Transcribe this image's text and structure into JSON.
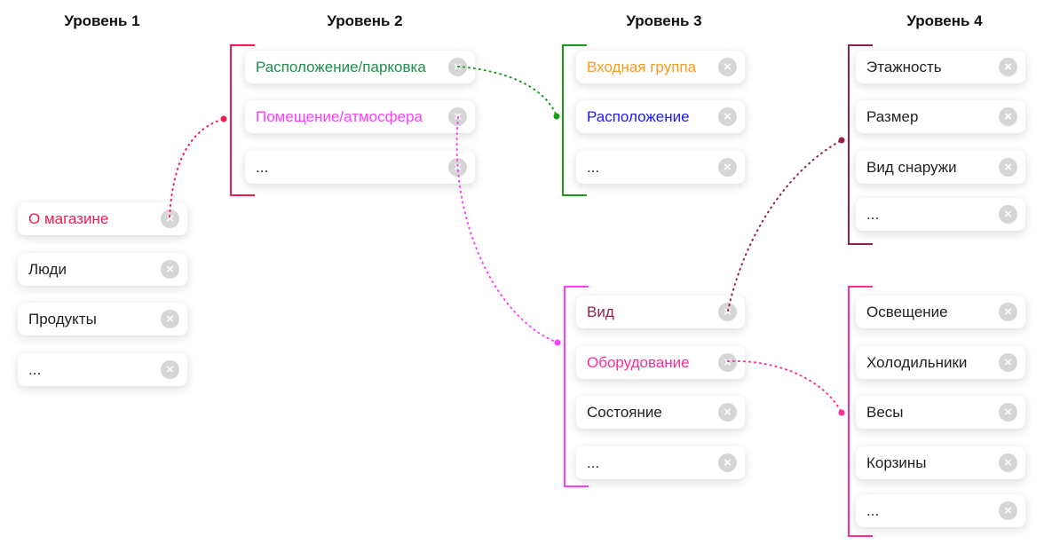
{
  "headers": [
    "Уровень 1",
    "Уровень 2",
    "Уровень 3",
    "Уровень 4"
  ],
  "colors": {
    "red": "#f5194f",
    "green": "#1a9a1a",
    "magenta": "#ff3dff",
    "darkred": "#961f4c",
    "pink": "#ff2d95"
  },
  "groups": [
    {
      "id": "level1",
      "items": [
        {
          "label": "О магазине",
          "color": "#f5194f"
        },
        {
          "label": "Люди"
        },
        {
          "label": "Продукты"
        },
        {
          "label": "..."
        }
      ]
    },
    {
      "id": "level2",
      "items": [
        {
          "label": "Расположение/парковка",
          "color": "#1f8f4a"
        },
        {
          "label": "Помещение/атмосфера",
          "color": "#ff3dff"
        },
        {
          "label": "..."
        }
      ]
    },
    {
      "id": "level3-a",
      "items": [
        {
          "label": "Входная группа",
          "color": "#ff9a1a"
        },
        {
          "label": "Расположение",
          "color": "#1a1aff"
        },
        {
          "label": "..."
        }
      ]
    },
    {
      "id": "level3-b",
      "items": [
        {
          "label": "Вид",
          "color": "#961f4c"
        },
        {
          "label": "Оборудование",
          "color": "#ff2d95"
        },
        {
          "label": "Состояние"
        },
        {
          "label": "..."
        }
      ]
    },
    {
      "id": "level4-a",
      "items": [
        {
          "label": "Этажность"
        },
        {
          "label": "Размер"
        },
        {
          "label": "Вид снаружи"
        },
        {
          "label": "..."
        }
      ]
    },
    {
      "id": "level4-b",
      "items": [
        {
          "label": "Освещение"
        },
        {
          "label": "Холодильники"
        },
        {
          "label": "Весы"
        },
        {
          "label": "Корзины"
        },
        {
          "label": "..."
        }
      ]
    }
  ],
  "remove_icon": "×"
}
